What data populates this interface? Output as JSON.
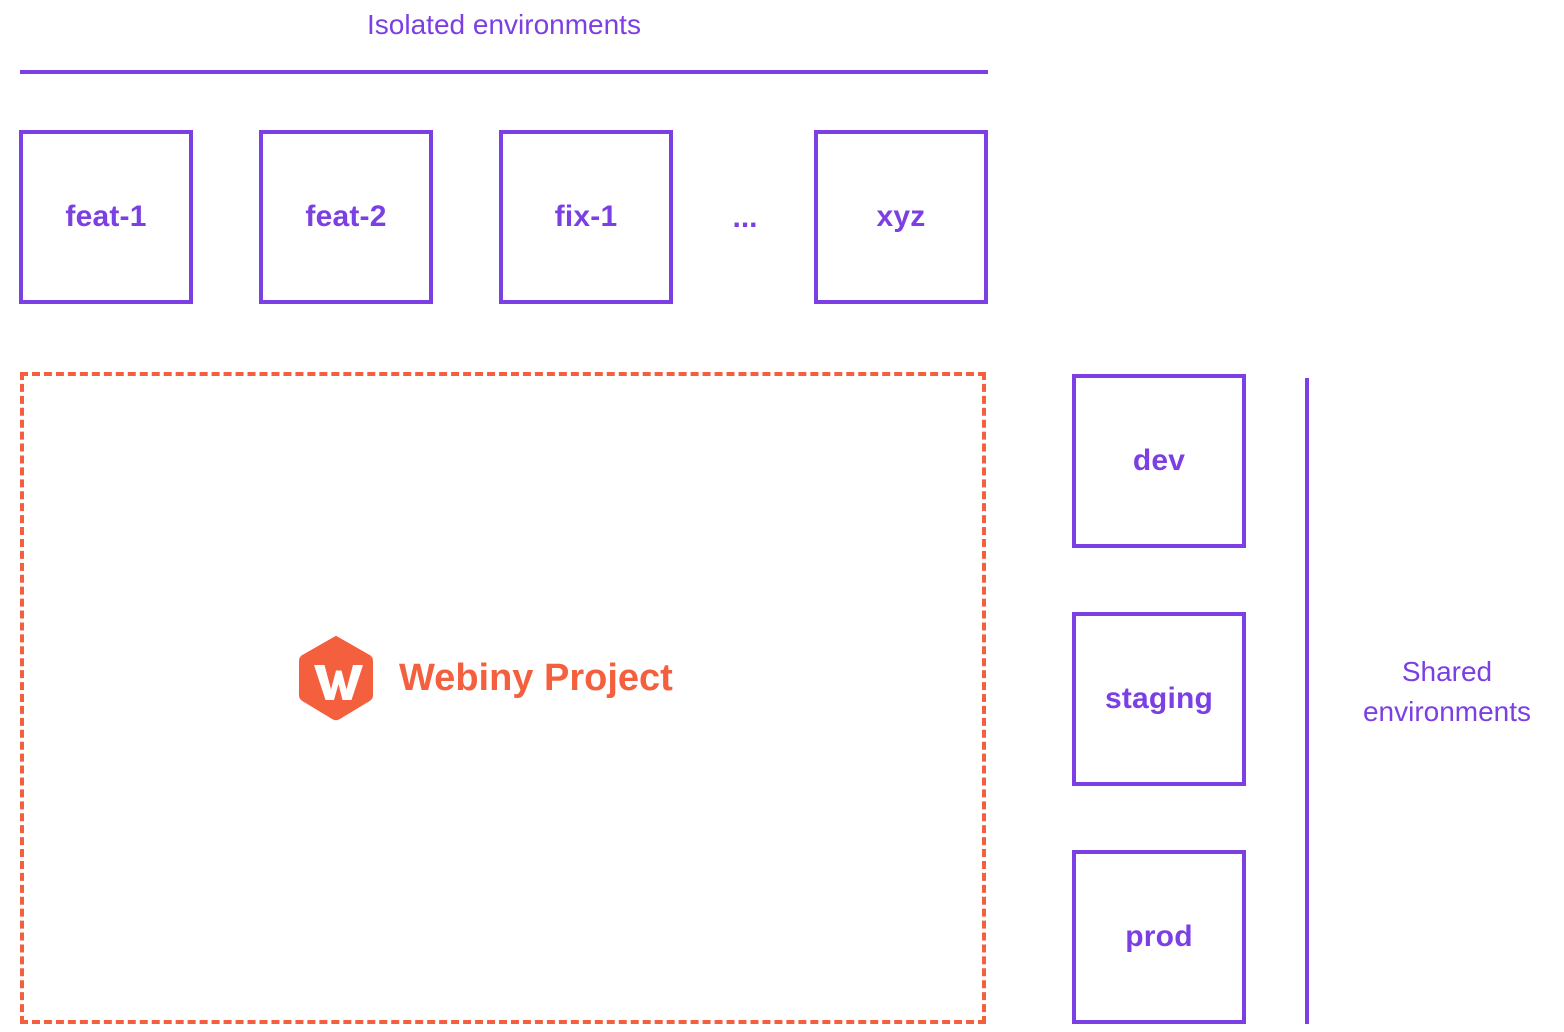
{
  "diagram": {
    "title_isolated": "Isolated environments",
    "title_shared_line1": "Shared",
    "title_shared_line2": "environments",
    "colors": {
      "purple": "#7B3FE4",
      "orange": "#F4603E",
      "background": "#FFFFFF"
    }
  },
  "isolated": {
    "heading": "Isolated environments",
    "boxes": [
      {
        "label": "feat-1"
      },
      {
        "label": "feat-2"
      },
      {
        "label": "fix-1"
      },
      {
        "label": "xyz"
      }
    ],
    "ellipsis": "..."
  },
  "project": {
    "name": "Webiny Project",
    "logo_icon": "webiny-hexagon-w-icon",
    "logo_letter": "W"
  },
  "shared": {
    "heading_line1": "Shared",
    "heading_line2": "environments",
    "boxes": [
      {
        "label": "dev"
      },
      {
        "label": "staging"
      },
      {
        "label": "prod"
      }
    ]
  }
}
